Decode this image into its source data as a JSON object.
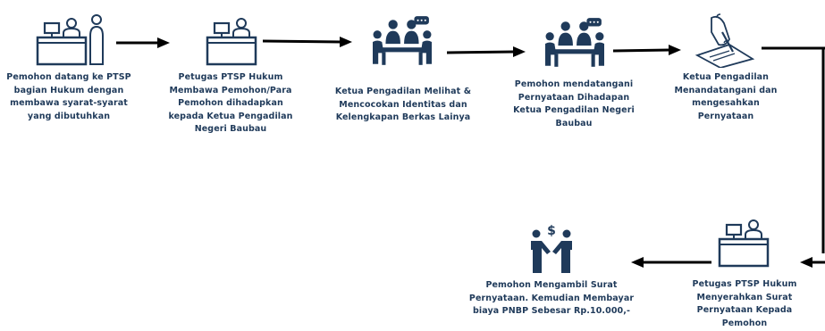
{
  "colors": {
    "icon": "#1f3a5a",
    "text": "#1f3a5a",
    "arrow": "#000000"
  },
  "steps": [
    {
      "label": "Pemohon datang ke PTSP bagian Hukum dengan membawa syarat-syarat yang dibutuhkan",
      "icon": "service-desk-with-visitor-icon"
    },
    {
      "label": "Petugas PTSP Hukum Membawa Pemohon/Para Pemohon dihadapkan kepada Ketua Pengadilan Negeri Baubau",
      "icon": "service-desk-officer-icon"
    },
    {
      "label": "Ketua Pengadilan Melihat & Mencocokan Identitas dan Kelengkapan Berkas Lainya",
      "icon": "meeting-table-icon"
    },
    {
      "label": "Pemohon mendatangani Pernyataan Dihadapan Ketua Pengadilan Negeri Baubau",
      "icon": "meeting-table-icon"
    },
    {
      "label": "Ketua Pengadilan Menandatangani dan mengesahkan Pernyataan",
      "icon": "signing-document-icon"
    },
    {
      "label": "Petugas PTSP Hukum Menyerahkan Surat Pernyataan Kepada Pemohon",
      "icon": "service-desk-officer-icon"
    },
    {
      "label": "Pemohon Mengambil Surat Pernyataan. Kemudian Membayar biaya PNBP Sebesar Rp.10.000,-",
      "icon": "handshake-payment-icon"
    }
  ]
}
